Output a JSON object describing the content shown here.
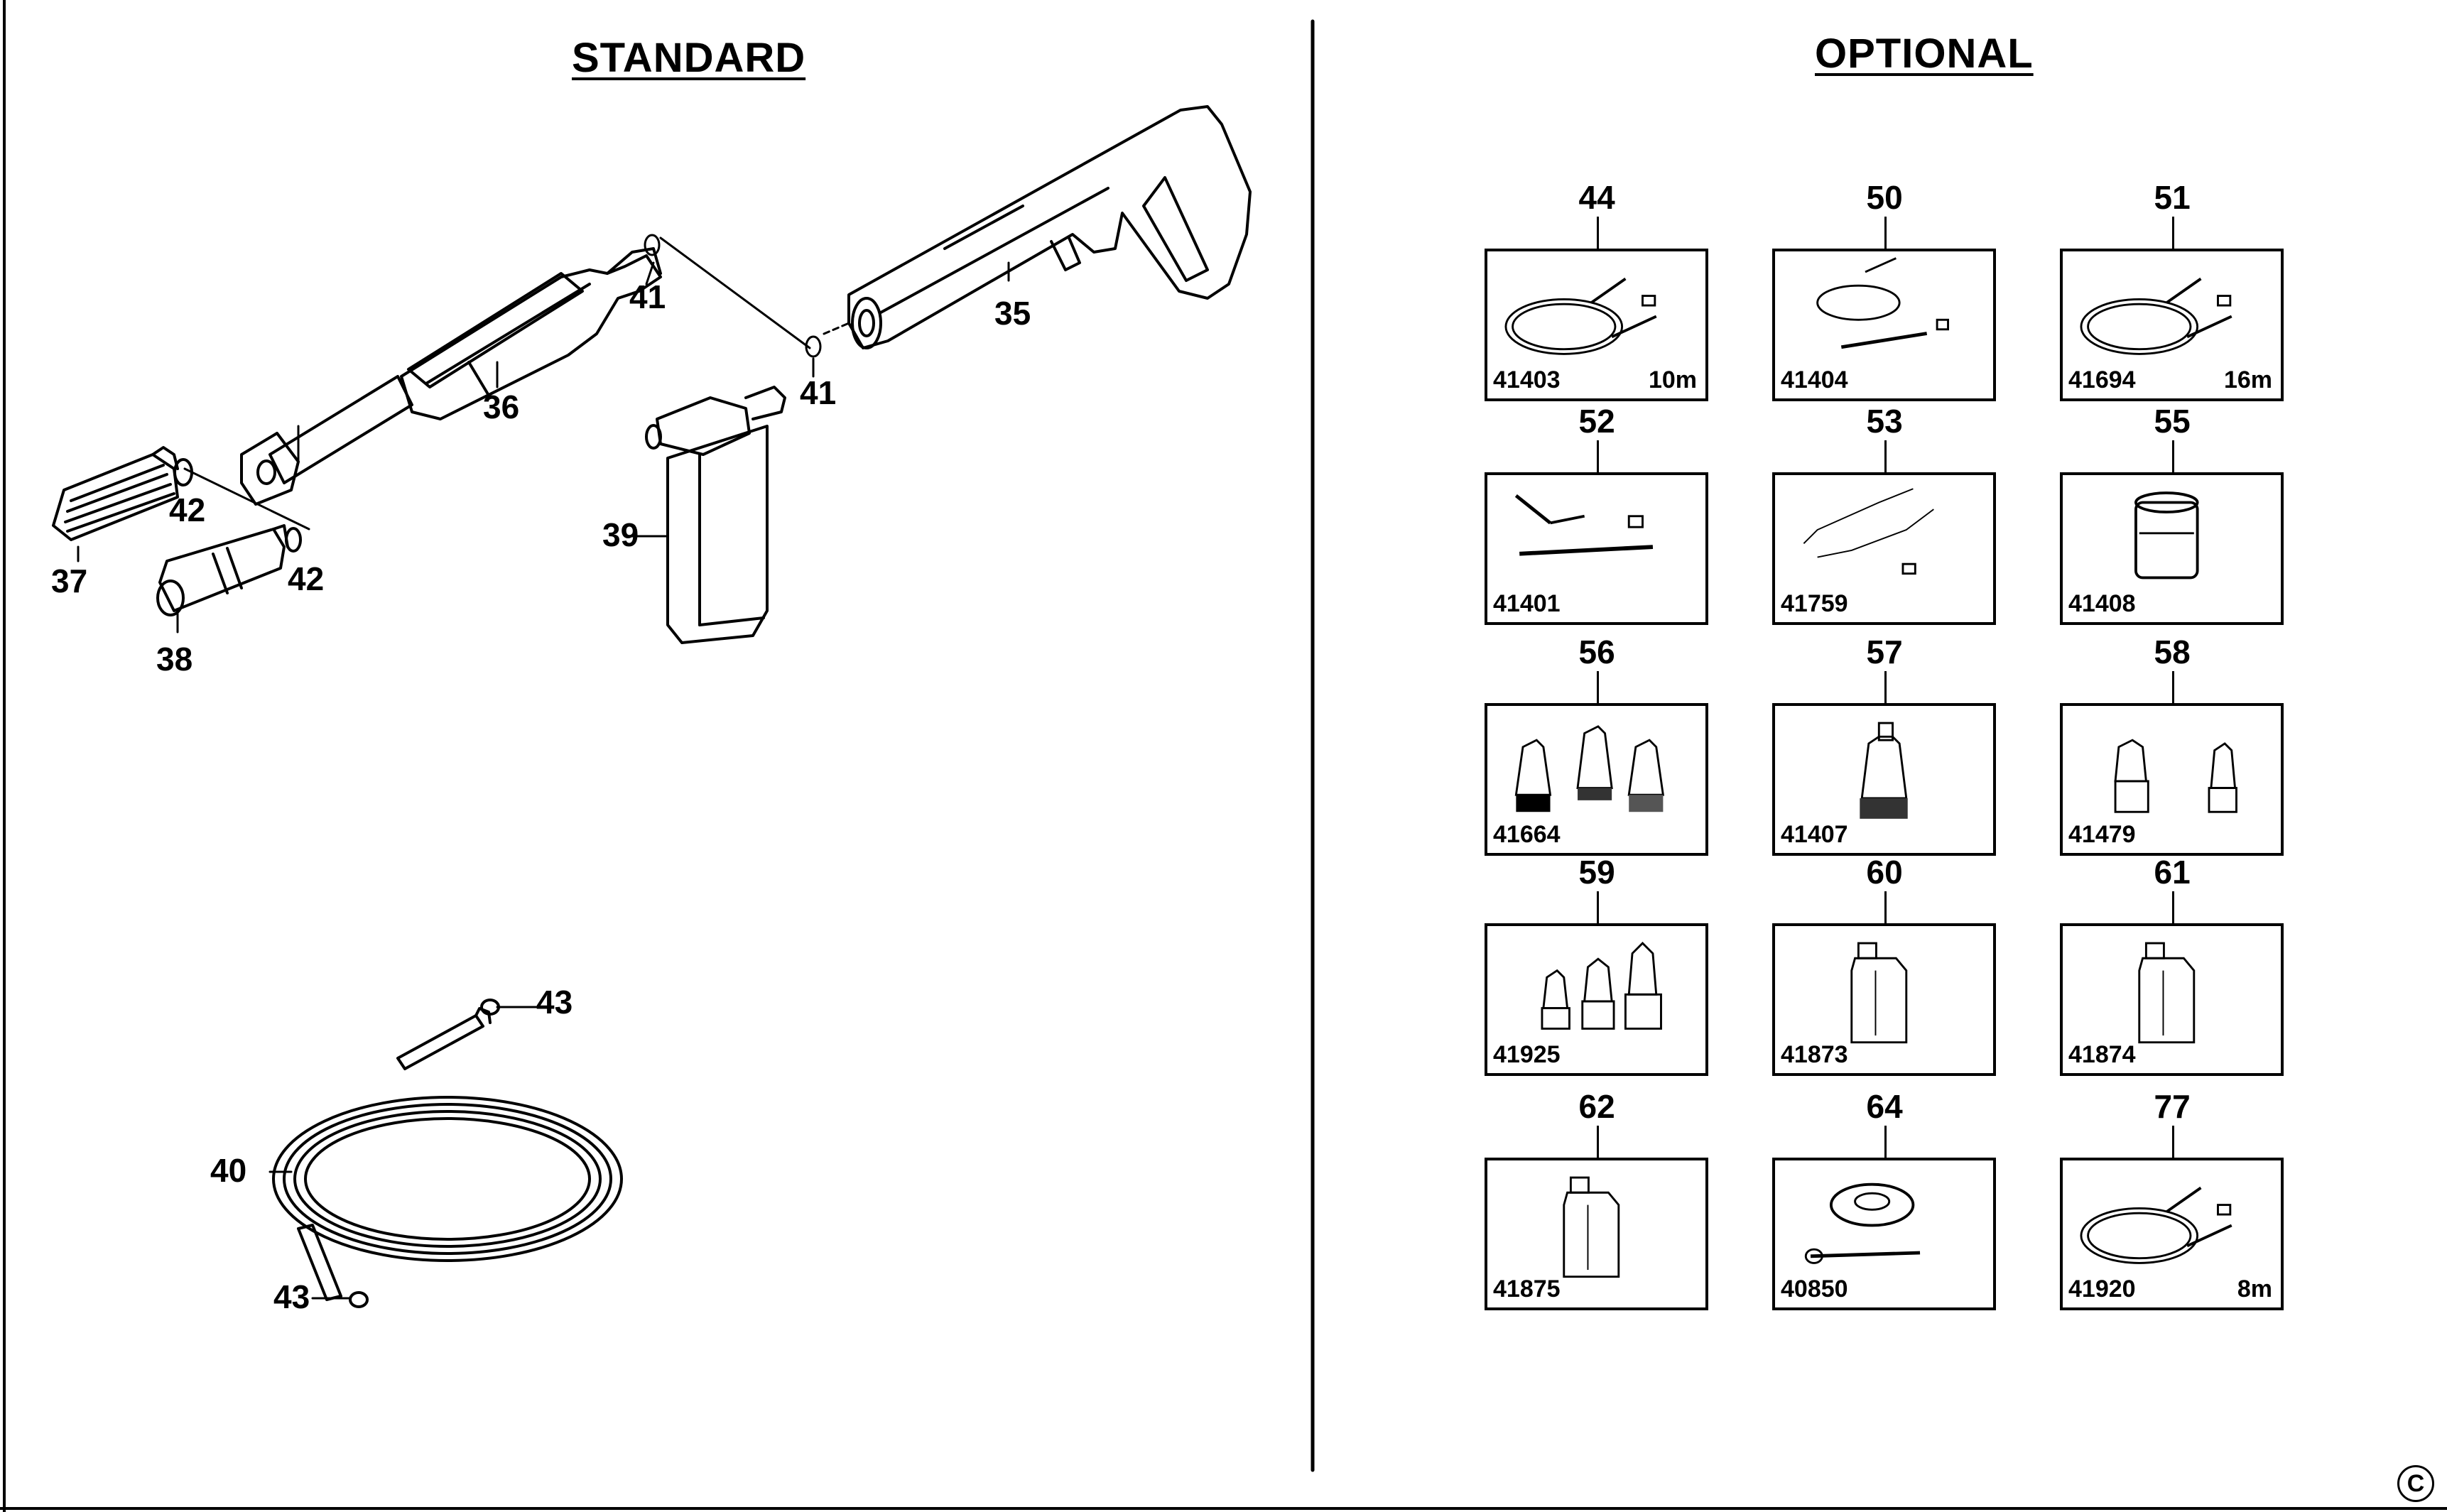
{
  "standard": {
    "title": "STANDARD",
    "callouts": [
      "35",
      "36",
      "37",
      "38",
      "39",
      "40",
      "41",
      "41",
      "42",
      "42",
      "43",
      "43"
    ]
  },
  "optional": {
    "title": "OPTIONAL",
    "items": [
      {
        "num": "44",
        "code": "41403",
        "length": "10m",
        "icon": "hose-coil-icon"
      },
      {
        "num": "50",
        "code": "41404",
        "length": "",
        "icon": "hose-kit-icon"
      },
      {
        "num": "51",
        "code": "41694",
        "length": "16m",
        "icon": "hose-coil-icon"
      },
      {
        "num": "52",
        "code": "41401",
        "length": "",
        "icon": "extension-lance-icon"
      },
      {
        "num": "53",
        "code": "41759",
        "length": "",
        "icon": "pipe-cleaner-icon"
      },
      {
        "num": "55",
        "code": "41408",
        "length": "",
        "icon": "adapter-icon"
      },
      {
        "num": "56",
        "code": "41664",
        "length": "",
        "icon": "nozzle-set-icon"
      },
      {
        "num": "57",
        "code": "41407",
        "length": "",
        "icon": "nozzle-icon"
      },
      {
        "num": "58",
        "code": "41479",
        "length": "",
        "icon": "connector-icon"
      },
      {
        "num": "59",
        "code": "41925",
        "length": "",
        "icon": "connector-set-icon"
      },
      {
        "num": "60",
        "code": "41873",
        "length": "",
        "icon": "detergent-bottle-icon"
      },
      {
        "num": "61",
        "code": "41874",
        "length": "",
        "icon": "detergent-bottle-icon"
      },
      {
        "num": "62",
        "code": "41875",
        "length": "",
        "icon": "detergent-bottle-icon"
      },
      {
        "num": "64",
        "code": "40850",
        "length": "",
        "icon": "patio-cleaner-icon"
      },
      {
        "num": "77",
        "code": "41920",
        "length": "8m",
        "icon": "hose-coil-icon"
      }
    ]
  },
  "footer": {
    "copyright_symbol": "C"
  }
}
